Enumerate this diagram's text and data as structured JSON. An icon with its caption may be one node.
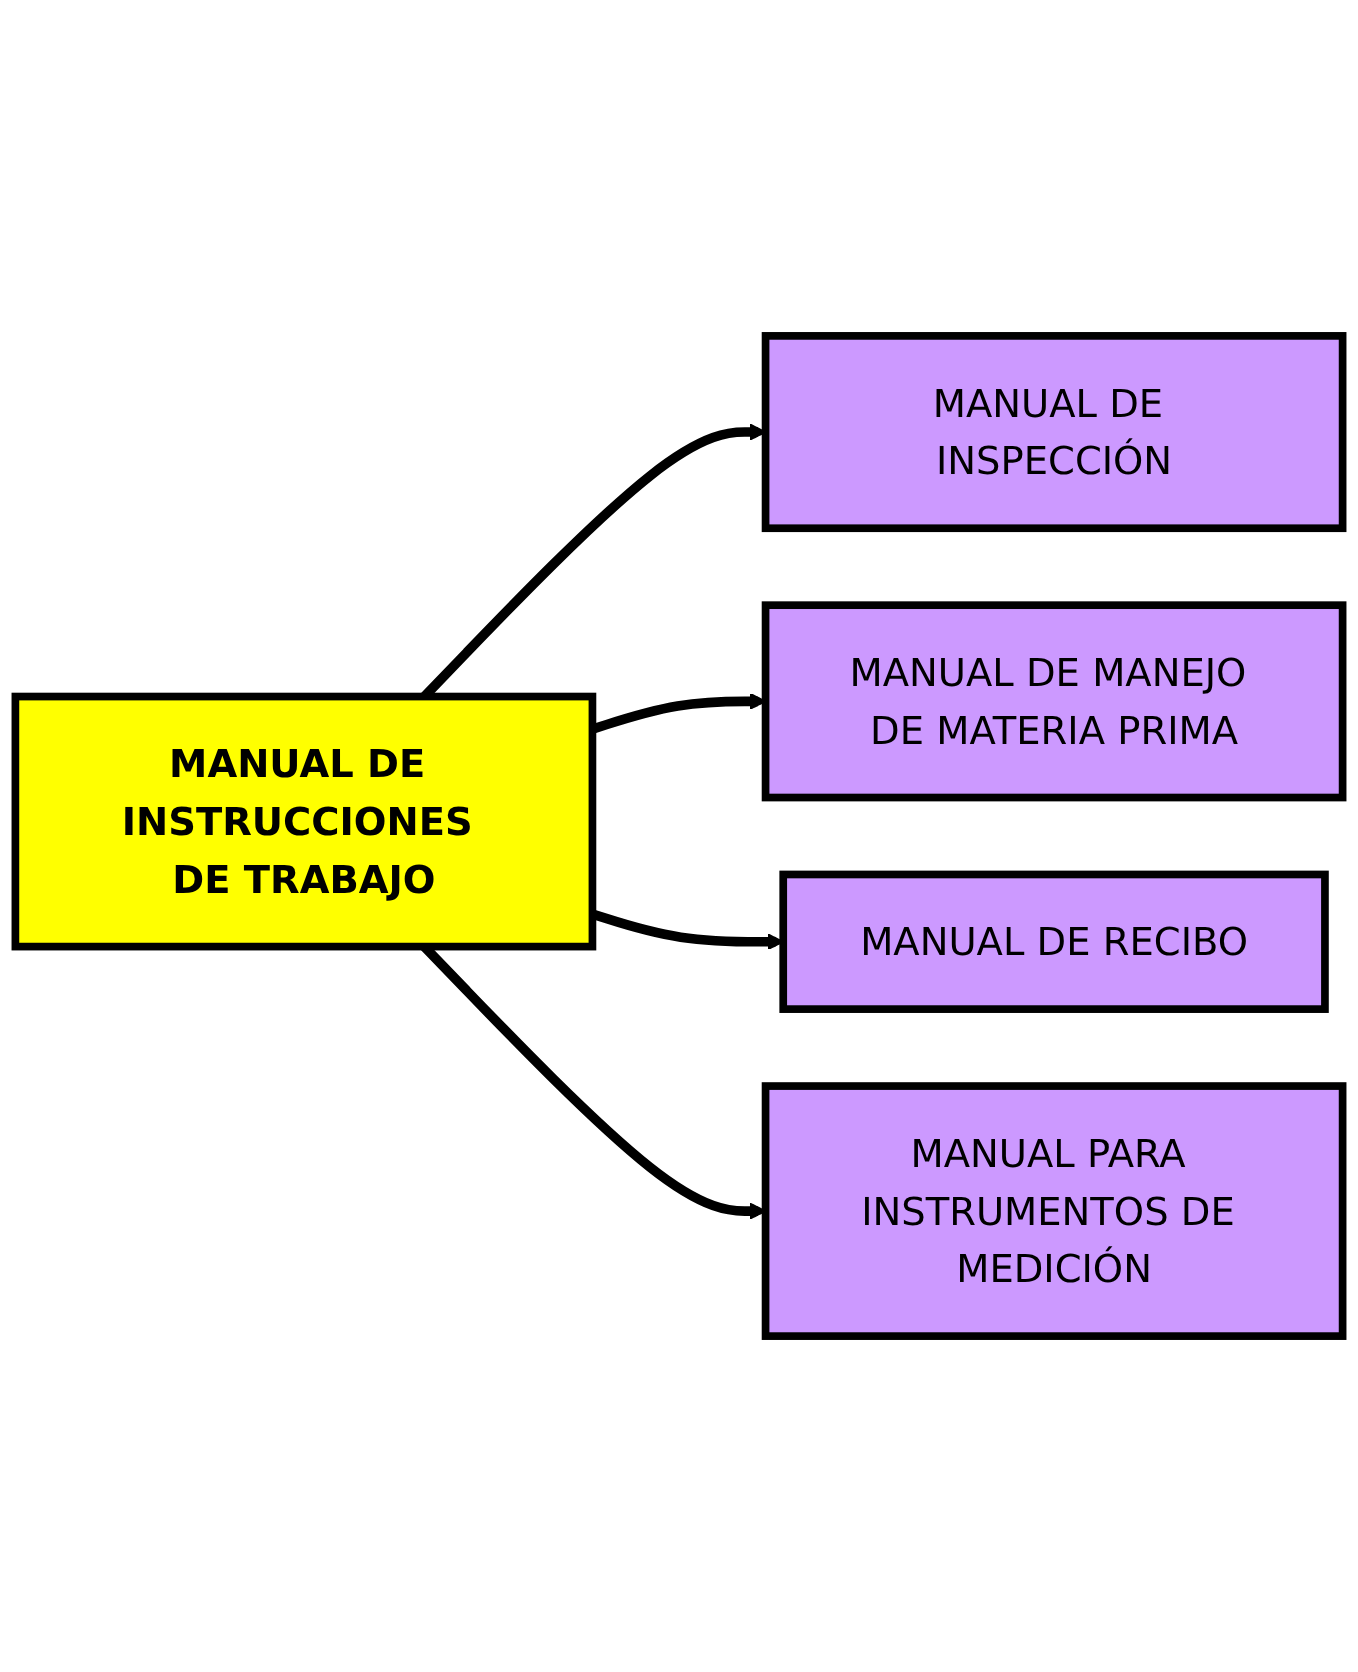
{
  "diagram": {
    "nodes": [
      {
        "text": [
          "MANUAL DE INSTRUCCIONES DE TRABAJO"
        ]
      },
      {
        "text": [
          "MANUAL DE INSPECCIÓN"
        ]
      },
      {
        "text": [
          "MANUAL DE MANEJO DE MATERIA PRIMA"
        ]
      },
      {
        "text": [
          "MANUAL DE RECIBO"
        ]
      },
      {
        "text": [
          "MANUAL PARA INSTRUMENTOS DE MEDICIÓN"
        ]
      }
    ],
    "edges": [
      {
        "from": 0,
        "to": 1,
        "arrow": "to"
      },
      {
        "from": 0,
        "to": 2,
        "arrow": "to"
      },
      {
        "from": 0,
        "to": 3,
        "arrow": "to"
      },
      {
        "from": 0,
        "to": 4,
        "arrow": "to"
      }
    ]
  }
}
